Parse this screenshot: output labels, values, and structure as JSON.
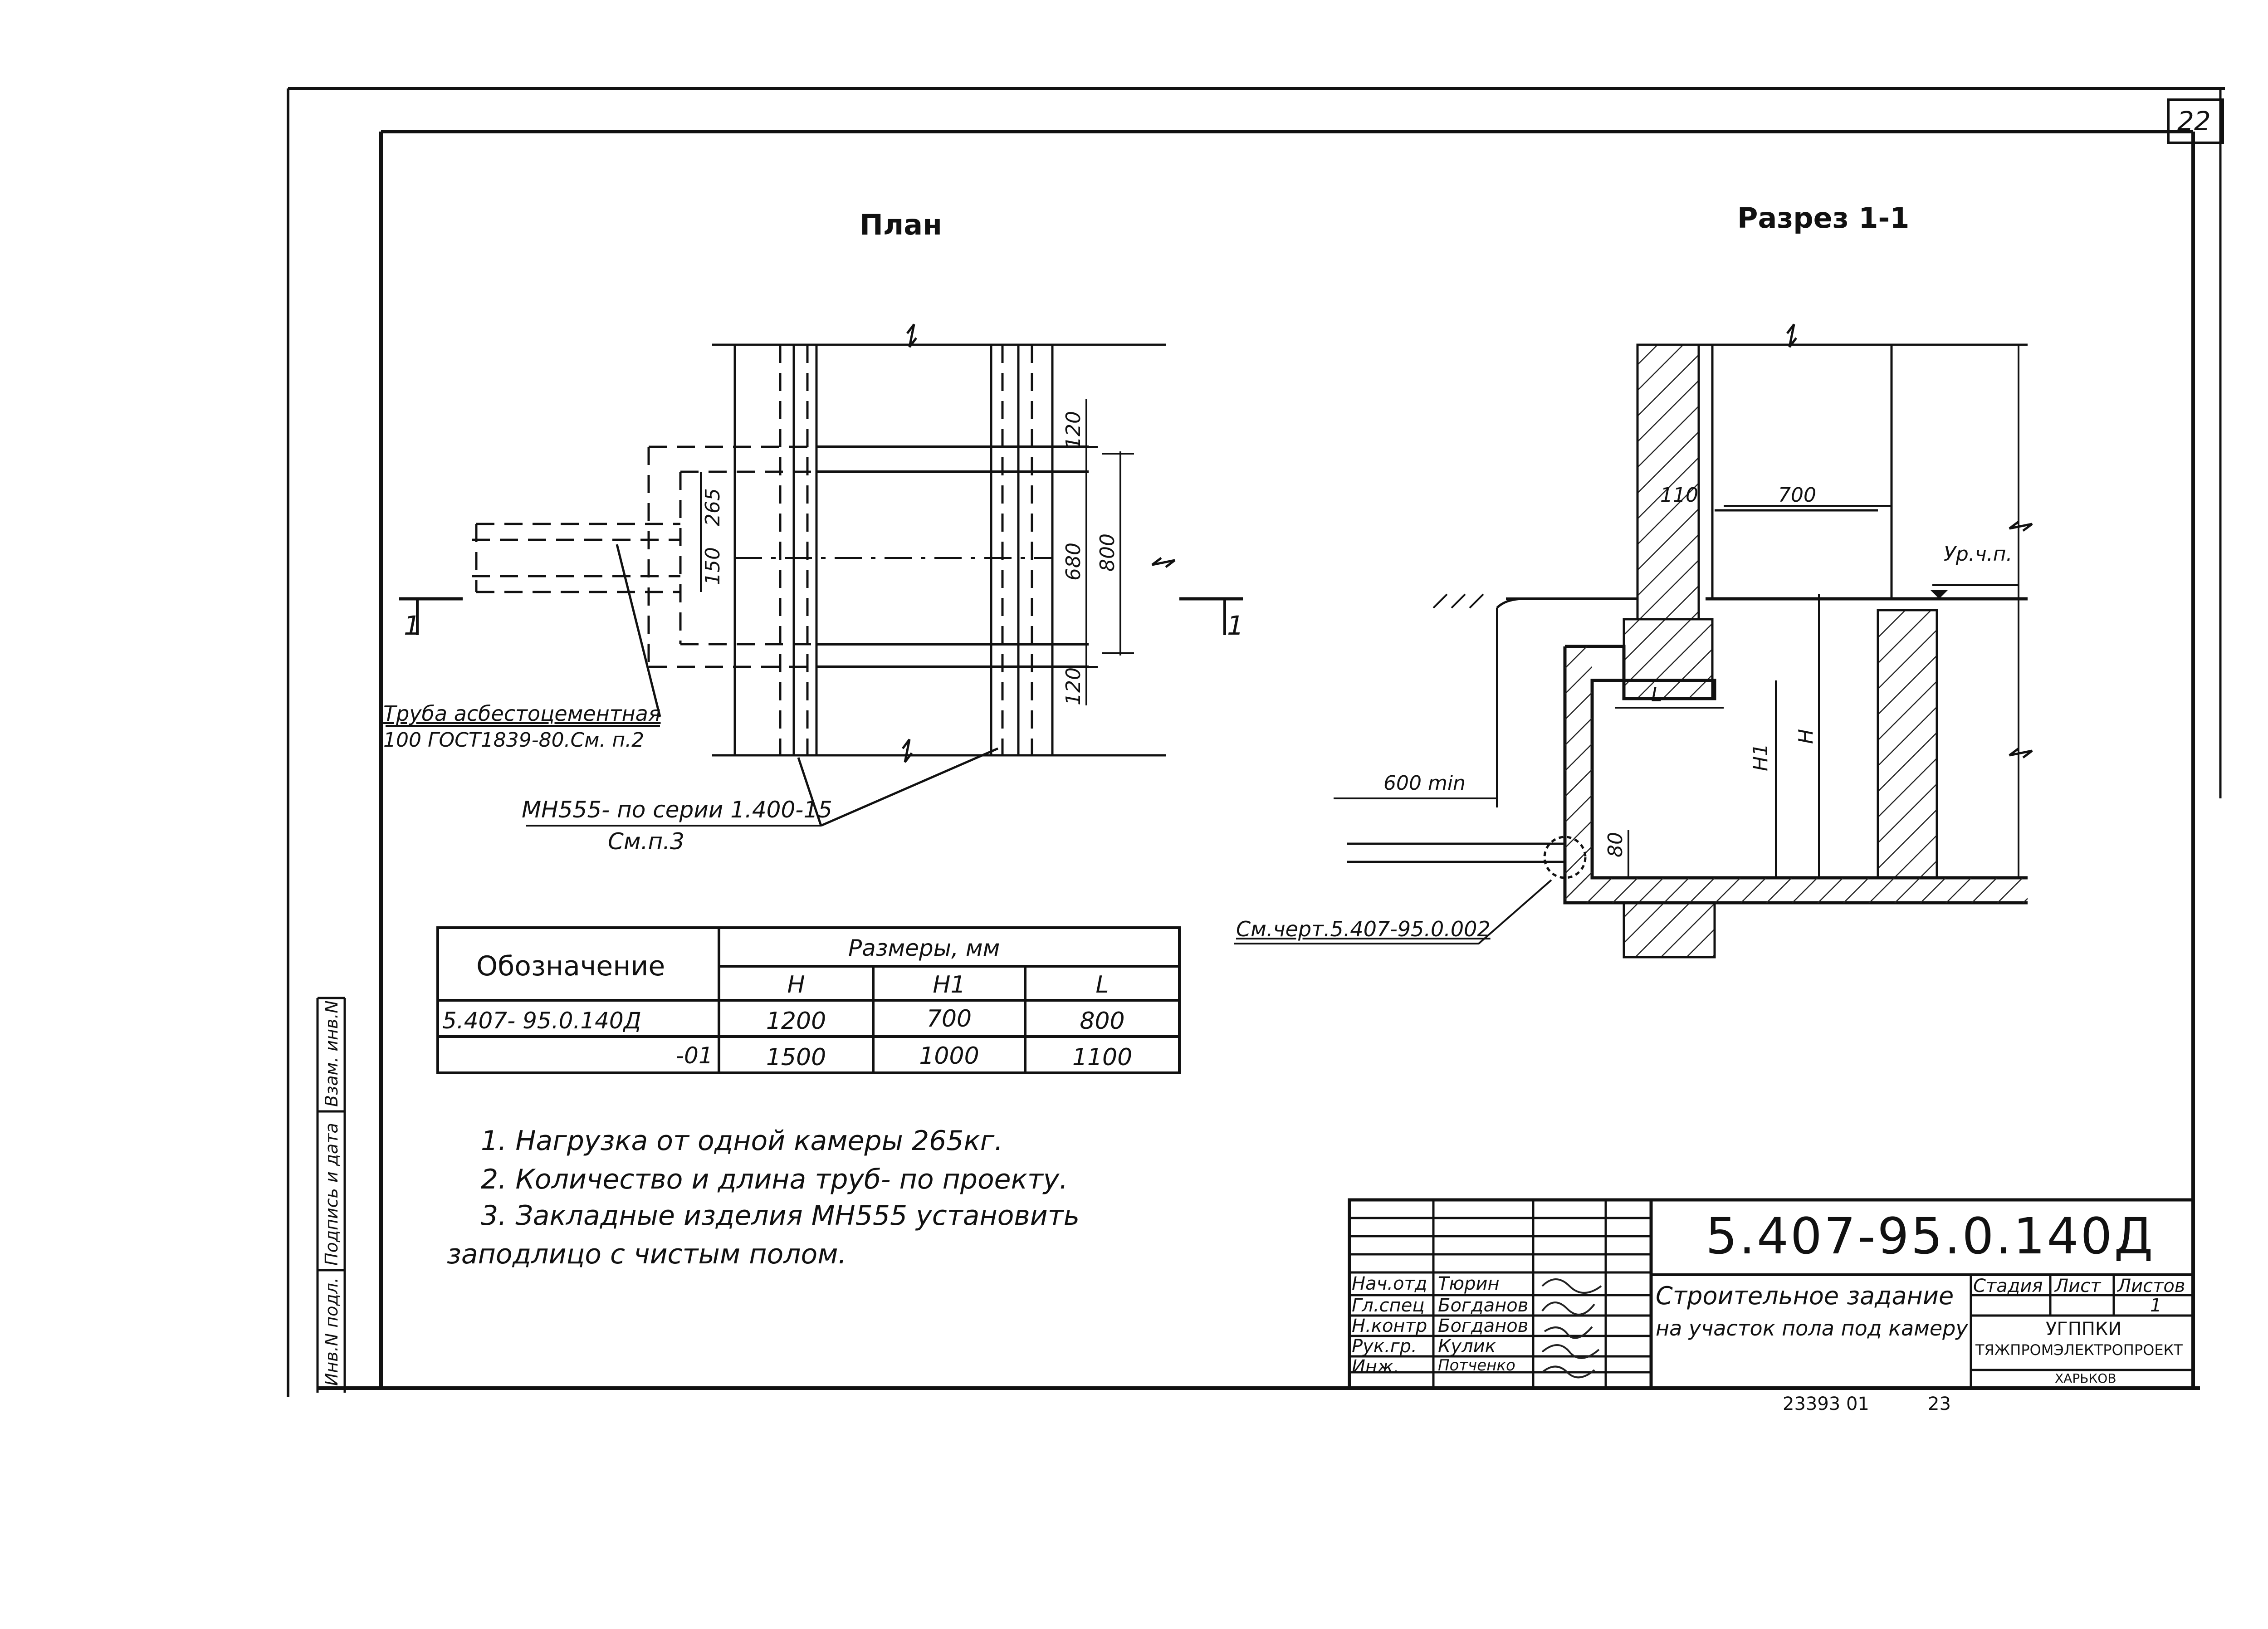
{
  "sheet": {
    "sheet_number_box": "22",
    "bottom_number": "23393 01",
    "bottom_page": "23"
  },
  "plan": {
    "title": "План",
    "section_mark": "1",
    "dims": [
      "120",
      "265",
      "150",
      "680",
      "800",
      "120"
    ],
    "pipe_label_line1": "Труба асбестоцементная",
    "pipe_label_line2": "100 ГОСТ1839-80.См. п.2",
    "mh_label_line1": "МН555- по серии 1.400-15",
    "mh_label_line2": "См.п.3"
  },
  "section": {
    "title": "Разрез 1-1",
    "dims": {
      "d110": "110",
      "d700": "700",
      "level": "Ур.ч.п.",
      "L": "L",
      "H": "H",
      "H1": "H1",
      "d80": "80",
      "d600": "600 min"
    },
    "ref": "См.черт.5.407-95.0.002"
  },
  "table": {
    "col_designation": "Обозначение",
    "col_sizes": "Размеры, мм",
    "sub_headers": [
      "H",
      "H1",
      "L"
    ],
    "rows": [
      {
        "designation": "5.407- 95.0.140Д",
        "H": "1200",
        "H1": "700",
        "L": "800"
      },
      {
        "designation": "-01",
        "H": "1500",
        "H1": "1000",
        "L": "1100"
      }
    ]
  },
  "notes": [
    "1. Нагрузка от одной камеры 265кг.",
    "2. Количество и длина труб- по проекту.",
    "3. Закладные изделия МН555 установить",
    "заподлицо с чистым полом."
  ],
  "left_strip": [
    "Взам. инв.N",
    "Подпись и дата",
    "Инв.N подл."
  ],
  "title_block": {
    "code": "5.407-95.0.140Д",
    "description_line1": "Строительное задание",
    "description_line2": "на участок пола под камеру",
    "stage_header": "Стадия",
    "sheet_header": "Лист",
    "sheets_header": "Листов",
    "sheets_value": "1",
    "org_line1": "УГППКИ",
    "org_line2": "ТЯЖПРОМЭЛЕКТРОПРОЕКТ",
    "org_line3": "ХАРЬКОВ",
    "people": [
      {
        "role": "Нач.отд",
        "name": "Тюрин"
      },
      {
        "role": "Гл.спец",
        "name": "Богданов"
      },
      {
        "role": "Н.контр",
        "name": "Богданов"
      },
      {
        "role": "Рук.гр.",
        "name": "Кулик"
      },
      {
        "role": "Инж.",
        "name": "Потченко"
      }
    ]
  }
}
